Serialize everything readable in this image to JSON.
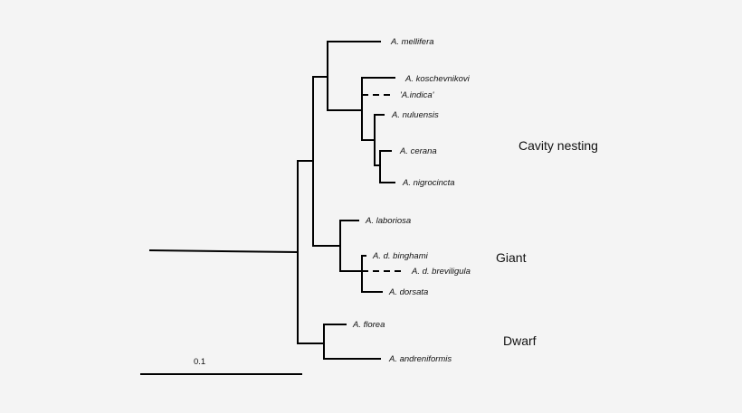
{
  "taxa": {
    "mellifera": "A. mellifera",
    "koschevnikovi": "A. koschevnikovi",
    "indica": "'A.indica'",
    "nuluensis": "A. nuluensis",
    "cerana": "A. cerana",
    "nigrocincta": "A. nigrocincta",
    "laboriosa": "A. laboriosa",
    "binghami": "A. d. binghami",
    "breviligula": "A. d. breviligula",
    "dorsata": "A. dorsata",
    "florea": "A. florea",
    "andreniformis": "A. andreniformis"
  },
  "groups": {
    "cavity": "Cavity nesting",
    "giant": "Giant",
    "dwarf": "Dwarf"
  },
  "scale_bar": {
    "label": "0.1"
  }
}
